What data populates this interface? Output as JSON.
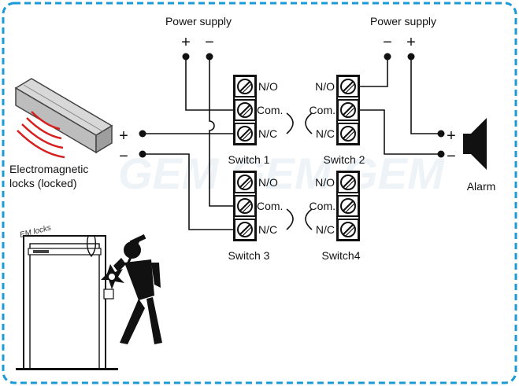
{
  "watermark": "GEM GEM GEM",
  "power_supply_left": "Power supply",
  "power_supply_right": "Power supply",
  "plus": "+",
  "minus": "−",
  "lock_label_1": "Electromagnetic",
  "lock_label_2": "locks (locked)",
  "em_locks": "EM locks",
  "alarm": "Alarm",
  "terminals": {
    "no": "N/O",
    "com": "Com.",
    "nc": "N/C"
  },
  "switches": {
    "s1": "Switch 1",
    "s2": "Switch 2",
    "s3": "Switch 3",
    "s4": "Switch4"
  },
  "colors": {
    "border": "#1a9ad6",
    "wire": "#111111",
    "em_field": "#d62020"
  }
}
